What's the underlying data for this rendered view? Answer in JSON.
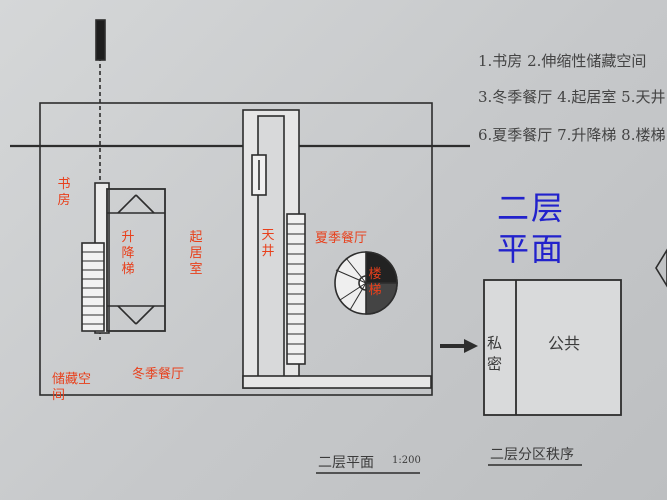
{
  "colors": {
    "room_label": "#e8401c",
    "title": "#2222cc",
    "ink": "#3b3b3b"
  },
  "legend": [
    "1.书房  2.伸缩性储藏空间",
    "3.冬季餐厅  4.起居室  5.天井",
    "6.夏季餐厅  7.升降梯  8.楼梯"
  ],
  "title_line1": "二层",
  "title_line2": "平面",
  "rooms": {
    "study": "书房",
    "lift": "升降梯",
    "living": "起居室",
    "patio": "天井",
    "summer_dining": "夏季餐厅",
    "stair": "楼梯",
    "storage": "储藏空间",
    "winter_dining": "冬季餐厅"
  },
  "plan_caption": "二层平面",
  "plan_scale": "1:200",
  "zoning": {
    "left": "私密",
    "right": "公共",
    "caption": "二层分区秩序"
  }
}
